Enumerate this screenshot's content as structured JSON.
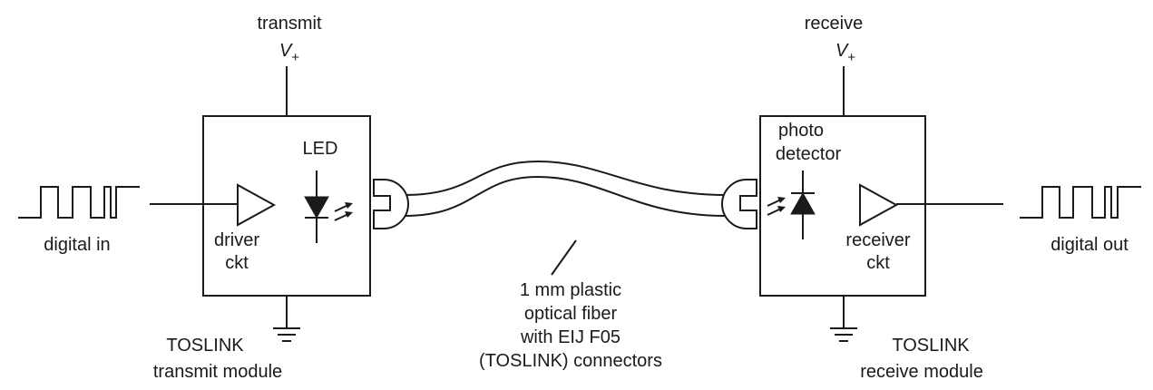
{
  "transmit_side": {
    "supply_label": "transmit",
    "supply_symbol": "V",
    "supply_subscript": "+",
    "emitter_label": "LED",
    "driver_label_line1": "driver",
    "driver_label_line2": "ckt",
    "input_label": "digital in",
    "module_label_line1": "TOSLINK",
    "module_label_line2": "transmit module"
  },
  "receive_side": {
    "supply_label": "receive",
    "supply_symbol": "V",
    "supply_subscript": "+",
    "detector_label_line1": "photo",
    "detector_label_line2": "detector",
    "receiver_label_line1": "receiver",
    "receiver_label_line2": "ckt",
    "output_label": "digital out",
    "module_label_line1": "TOSLINK",
    "module_label_line2": "receive module"
  },
  "fiber": {
    "label_line1": "1 mm plastic",
    "label_line2": "optical fiber",
    "label_line3": "with EIJ F05",
    "label_line4": "(TOSLINK) connectors"
  },
  "colors": {
    "line": "#1a1a1a",
    "background": "#ffffff"
  }
}
